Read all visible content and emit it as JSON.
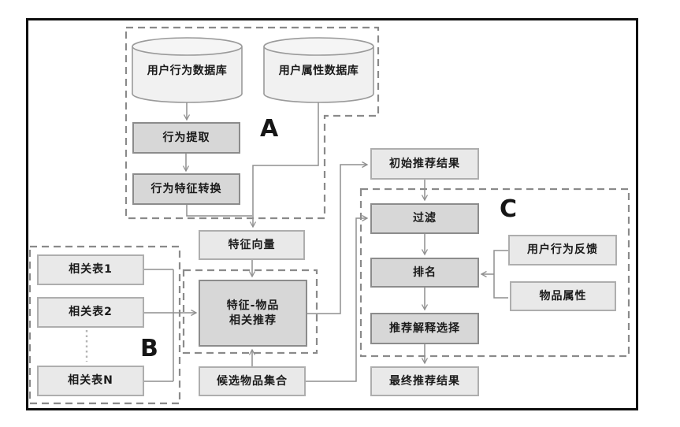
{
  "diagram": {
    "groups": {
      "a": {
        "label": "A"
      },
      "b": {
        "label": "B"
      },
      "c": {
        "label": "C"
      }
    },
    "nodes": {
      "user_behavior_db": "用户行为数据库",
      "user_attribute_db": "用户属性数据库",
      "behavior_extraction": "行为提取",
      "behavior_feature_conversion": "行为特征转换",
      "feature_vector": "特征向量",
      "related_table_1": "相关表1",
      "related_table_2": "相关表2",
      "related_table_n": "相关表N",
      "feature_item_rec_line1": "特征-物品",
      "feature_item_rec_line2": "相关推荐",
      "candidate_item_set": "候选物品集合",
      "initial_rec_results": "初始推荐结果",
      "filter": "过滤",
      "ranking": "排名",
      "user_behavior_feedback": "用户行为反馈",
      "item_attributes": "物品属性",
      "rec_explanation_selection": "推荐解释选择",
      "final_rec_results": "最终推荐结果"
    },
    "colors": {
      "frame": "#0e0e0e",
      "box_light_fill": "#e9e9e9",
      "box_light_border": "#aeaeae",
      "box_dark_fill": "#d7d7d7",
      "box_dark_border": "#8c8c8c",
      "cylinder_fill": "#f1f1f1",
      "cylinder_stroke": "#9a9a9a",
      "connector": "#8f8f8f",
      "group_dash": "#8a8a8a",
      "text": "#1a1a1a"
    }
  }
}
